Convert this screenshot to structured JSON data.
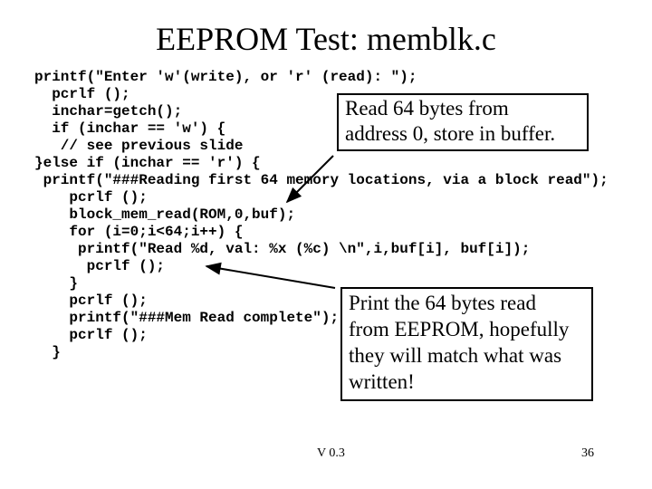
{
  "slide": {
    "title": "EEPROM Test: memblk.c",
    "code_lines": [
      "printf(\"Enter 'w'(write), or 'r' (read): \");",
      "  pcrlf ();",
      "  inchar=getch();",
      "  if (inchar == 'w') {",
      "   // see previous slide",
      "}else if (inchar == 'r') {",
      " printf(\"###Reading first 64 memory locations, via a block read\");",
      "    pcrlf ();",
      "    block_mem_read(ROM,0,buf);",
      "    for (i=0;i<64;i++) {",
      "     printf(\"Read %d, val: %x (%c) \\n\",i,buf[i], buf[i]);",
      "      pcrlf ();",
      "    }",
      "    pcrlf ();",
      "    printf(\"###Mem Read complete\");",
      "    pcrlf ();",
      "  }"
    ],
    "callouts": [
      {
        "text": "Read 64 bytes from\naddress 0, store in buffer."
      },
      {
        "text": "Print the 64 bytes read\nfrom EEPROM, hopefully\nthey will match what was\nwritten!"
      }
    ],
    "footer": {
      "version": "V 0.3",
      "page_number": "36"
    },
    "colors": {
      "background": "#ffffff",
      "text": "#000000",
      "box_border": "#000000",
      "arrow": "#000000"
    }
  }
}
